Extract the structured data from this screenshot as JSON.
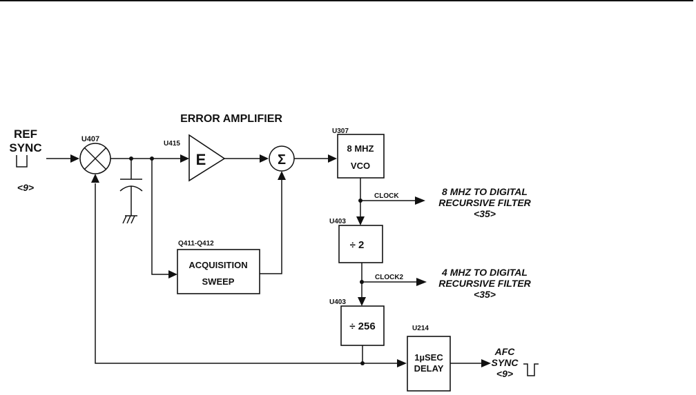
{
  "diagram": {
    "title": "ERROR AMPLIFIER",
    "inputs": {
      "ref_sync": {
        "line1": "REF",
        "line2": "SYNC",
        "ref": "<9>"
      }
    },
    "components": {
      "mixer": {
        "designator": "U407",
        "symbol": "mixer"
      },
      "error_amp": {
        "designator": "U415",
        "label": "E"
      },
      "summer": {
        "symbol": "Σ"
      },
      "vco": {
        "designator": "U307",
        "line1": "8 MHZ",
        "line2": "VCO"
      },
      "div2": {
        "designator": "U403",
        "label": "÷ 2"
      },
      "div256": {
        "designator": "U403",
        "label": "÷ 256"
      },
      "acq_sweep": {
        "designator": "Q411-Q412",
        "line1": "ACQUISITION",
        "line2": "SWEEP"
      },
      "delay": {
        "designator": "U214",
        "line1": "1µSEC",
        "line2": "DELAY"
      }
    },
    "signals": {
      "clock": "CLOCK",
      "clock2": "CLOCK2"
    },
    "outputs": {
      "out8": {
        "line1": "8 MHZ TO DIGITAL",
        "line2": "RECURSIVE FILTER",
        "ref": "<35>"
      },
      "out4": {
        "line1": "4 MHZ TO DIGITAL",
        "line2": "RECURSIVE FILTER",
        "ref": "<35>"
      },
      "afc": {
        "line1": "AFC",
        "line2": "SYNC",
        "ref": "<9>"
      }
    }
  }
}
